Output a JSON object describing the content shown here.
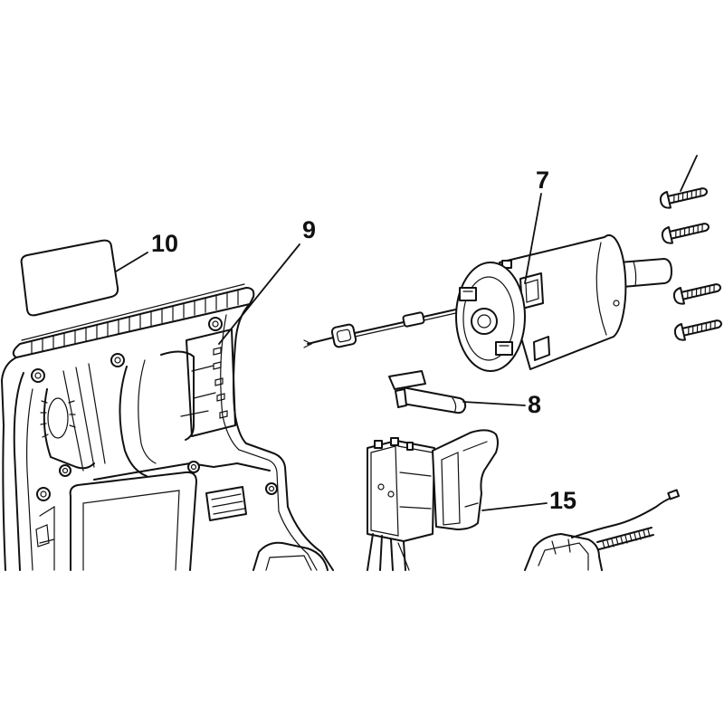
{
  "callouts": {
    "part_7": "7",
    "part_8": "8",
    "part_9": "9",
    "part_10": "10",
    "part_15": "15"
  },
  "colors": {
    "line": "#111111",
    "background": "#ffffff"
  }
}
